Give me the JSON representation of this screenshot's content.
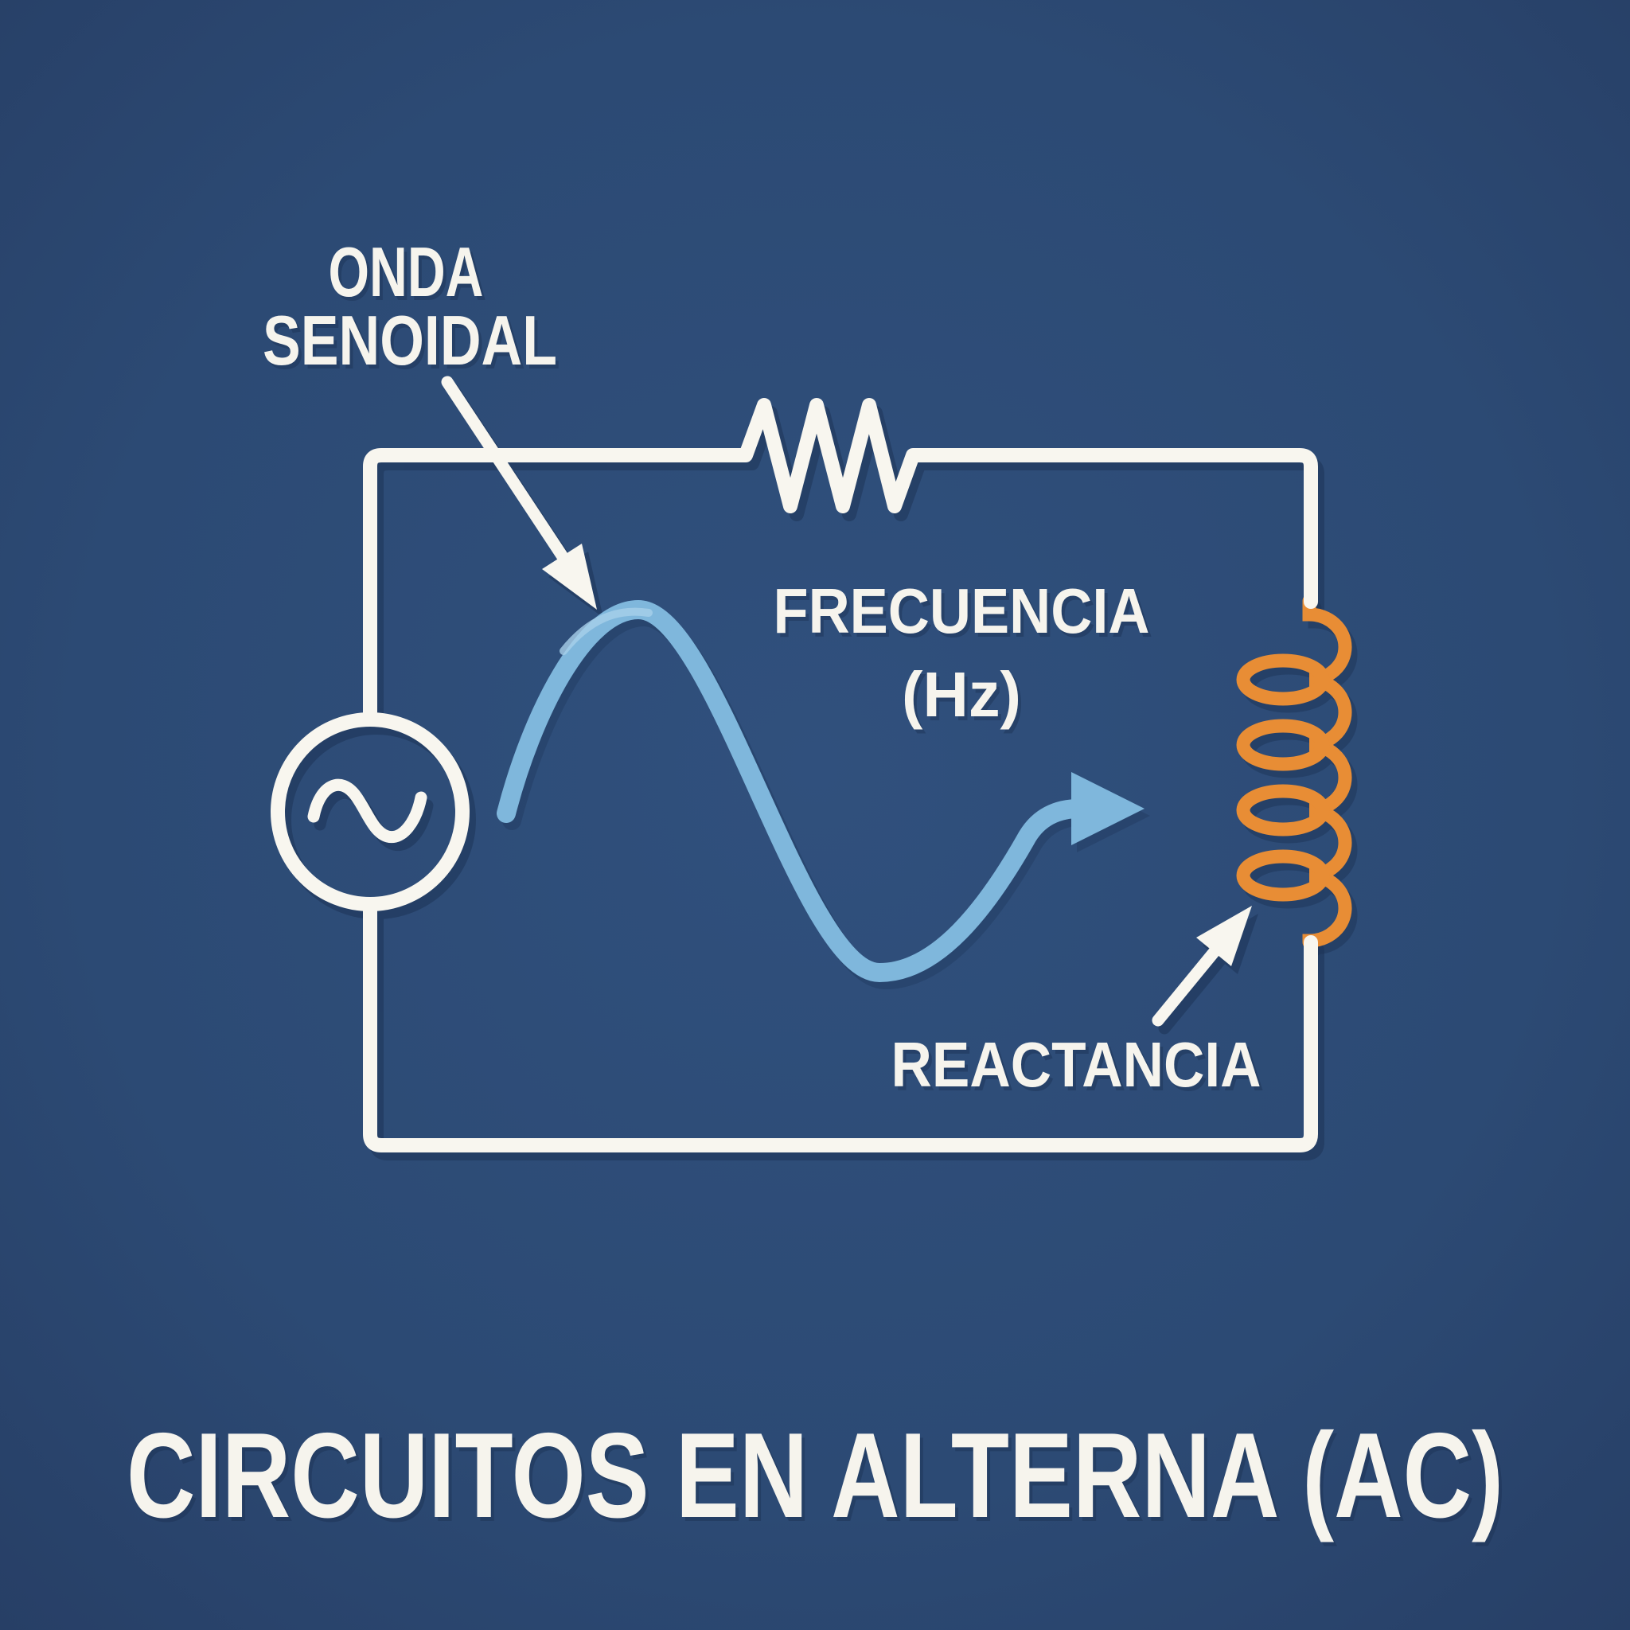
{
  "title": "CIRCUITOS EN ALTERNA (AC)",
  "labels": {
    "wave": {
      "line1": "ONDA",
      "line2": "SENOIDAL"
    },
    "frequency": {
      "line1": "FRECUENCIA",
      "line2": "(Hz)"
    },
    "reactance": "REACTANCIA"
  },
  "colors": {
    "background": "#2c4a74",
    "wire": "#f8f6ef",
    "text": "#f6f4ed",
    "sine_wave": "#7fb7dc",
    "sine_wave_highlight": "#a8d0ea",
    "inductor": "#e88d35",
    "shadow": "#1c3254"
  },
  "components": {
    "source": "ac-voltage-source",
    "resistor": "resistor",
    "inductor": "inductor-coil",
    "signal": "sine-wave-with-arrow"
  }
}
